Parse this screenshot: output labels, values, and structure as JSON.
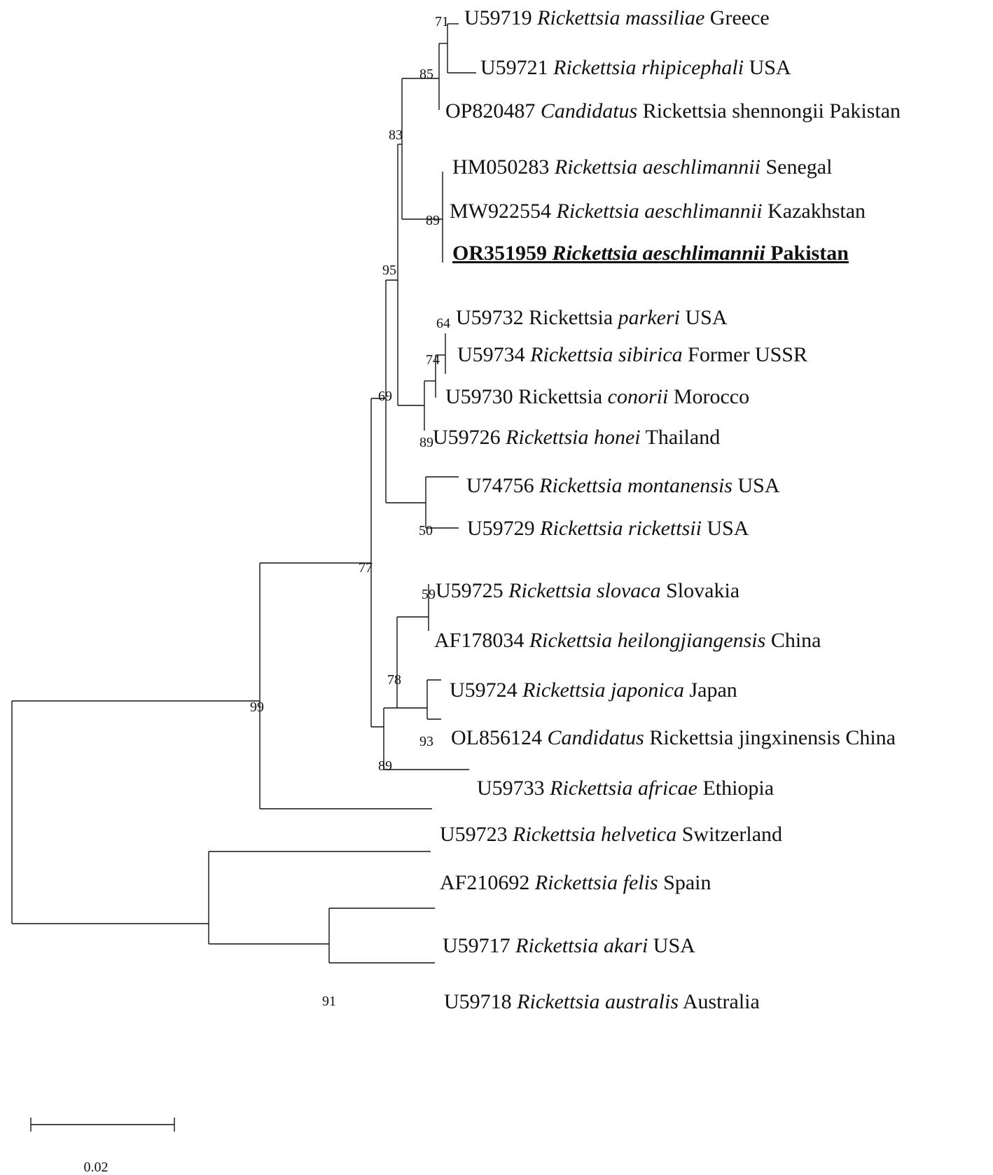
{
  "leaves": [
    {
      "id": "massiliae",
      "segments": [
        {
          "t": "U59719 "
        },
        {
          "t": "Rickettsia massiliae",
          "i": true
        },
        {
          "t": " Greece"
        }
      ]
    },
    {
      "id": "rhipicephali",
      "segments": [
        {
          "t": "U59721 "
        },
        {
          "t": "Rickettsia rhipicephali",
          "i": true
        },
        {
          "t": " USA"
        }
      ]
    },
    {
      "id": "shennongii",
      "segments": [
        {
          "t": "OP820487 "
        },
        {
          "t": "Candidatus",
          "i": true
        },
        {
          "t": " Rickettsia shennongii Pakistan"
        }
      ]
    },
    {
      "id": "aesch-senegal",
      "segments": [
        {
          "t": "HM050283 "
        },
        {
          "t": "Rickettsia aeschlimannii",
          "i": true
        },
        {
          "t": " Senegal"
        }
      ]
    },
    {
      "id": "aesch-kazakhstan",
      "segments": [
        {
          "t": "MW922554 "
        },
        {
          "t": "Rickettsia aeschlimannii",
          "i": true
        },
        {
          "t": " Kazakhstan"
        }
      ]
    },
    {
      "id": "aesch-pakistan",
      "highlight": true,
      "segments": [
        {
          "t": "OR351959 "
        },
        {
          "t": "Rickettsia aeschlimannii",
          "i": true
        },
        {
          "t": "  Pakistan"
        }
      ]
    },
    {
      "id": "parkeri",
      "segments": [
        {
          "t": "U59732 Rickettsia "
        },
        {
          "t": "parkeri",
          "i": true
        },
        {
          "t": " USA"
        }
      ]
    },
    {
      "id": "sibirica",
      "segments": [
        {
          "t": "U59734 "
        },
        {
          "t": "Rickettsia sibirica",
          "i": true
        },
        {
          "t": " Former USSR"
        }
      ]
    },
    {
      "id": "conorii",
      "segments": [
        {
          "t": "U59730 Rickettsia "
        },
        {
          "t": "conorii",
          "i": true
        },
        {
          "t": " Morocco"
        }
      ]
    },
    {
      "id": "honei",
      "segments": [
        {
          "t": "U59726 "
        },
        {
          "t": "Rickettsia honei",
          "i": true
        },
        {
          "t": " Thailand"
        }
      ]
    },
    {
      "id": "montanensis",
      "segments": [
        {
          "t": "U74756 "
        },
        {
          "t": "Rickettsia montanensis",
          "i": true
        },
        {
          "t": " USA"
        }
      ]
    },
    {
      "id": "rickettsii",
      "segments": [
        {
          "t": "U59729 "
        },
        {
          "t": "Rickettsia rickettsii",
          "i": true
        },
        {
          "t": " USA"
        }
      ]
    },
    {
      "id": "slovaca",
      "segments": [
        {
          "t": "U59725 "
        },
        {
          "t": "Rickettsia slovaca",
          "i": true
        },
        {
          "t": " Slovakia"
        }
      ]
    },
    {
      "id": "heilongjiangensis",
      "segments": [
        {
          "t": "AF178034 "
        },
        {
          "t": "Rickettsia heilongjiangensis",
          "i": true
        },
        {
          "t": " China"
        }
      ]
    },
    {
      "id": "japonica",
      "segments": [
        {
          "t": "U59724 "
        },
        {
          "t": "Rickettsia japonica",
          "i": true
        },
        {
          "t": " Japan"
        }
      ]
    },
    {
      "id": "jingxinensis",
      "segments": [
        {
          "t": "OL856124 "
        },
        {
          "t": "Candidatus",
          "i": true
        },
        {
          "t": " Rickettsia jingxinensis China"
        }
      ]
    },
    {
      "id": "africae",
      "segments": [
        {
          "t": "U59733 "
        },
        {
          "t": "Rickettsia africae",
          "i": true
        },
        {
          "t": " Ethiopia"
        }
      ]
    },
    {
      "id": "helvetica",
      "segments": [
        {
          "t": "U59723 "
        },
        {
          "t": "Rickettsia helvetica",
          "i": true
        },
        {
          "t": " Switzerland"
        }
      ]
    },
    {
      "id": "felis",
      "segments": [
        {
          "t": "AF210692 "
        },
        {
          "t": "Rickettsia  felis",
          "i": true
        },
        {
          "t": " Spain"
        }
      ]
    },
    {
      "id": "akari",
      "segments": [
        {
          "t": "U59717 "
        },
        {
          "t": "Rickettsia akari",
          "i": true
        },
        {
          "t": " USA"
        }
      ]
    },
    {
      "id": "australis",
      "segments": [
        {
          "t": "U59718 "
        },
        {
          "t": "Rickettsia australis",
          "i": true
        },
        {
          "t": " Australia"
        }
      ]
    }
  ],
  "bootstrap": [
    {
      "id": "n71",
      "value": "71"
    },
    {
      "id": "n85",
      "value": "85"
    },
    {
      "id": "n83",
      "value": "83"
    },
    {
      "id": "n89a",
      "value": "89"
    },
    {
      "id": "n95",
      "value": "95"
    },
    {
      "id": "n64",
      "value": "64"
    },
    {
      "id": "n74",
      "value": "74"
    },
    {
      "id": "n69",
      "value": "69"
    },
    {
      "id": "n89b",
      "value": "89"
    },
    {
      "id": "n50",
      "value": "50"
    },
    {
      "id": "n77",
      "value": "77"
    },
    {
      "id": "n59",
      "value": "59"
    },
    {
      "id": "n78",
      "value": "78"
    },
    {
      "id": "n99",
      "value": "99"
    },
    {
      "id": "n93",
      "value": "93"
    },
    {
      "id": "n89c",
      "value": "89"
    },
    {
      "id": "n91",
      "value": "91"
    }
  ],
  "scale_bar": {
    "label": "0.02",
    "value": 0.02
  }
}
